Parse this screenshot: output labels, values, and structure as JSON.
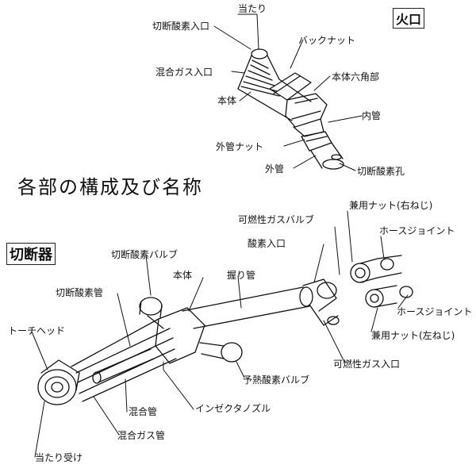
{
  "title": "各部の構成及び名称",
  "sections": {
    "tip": "火口",
    "cutter": "切断器"
  },
  "tip_labels": {
    "atari": "当たり",
    "cutting_oxygen_inlet": "切断酸素入口",
    "back_nut": "バックナット",
    "mixed_gas_inlet": "混合ガス入口",
    "body_hex": "本体六角部",
    "body": "本体",
    "inner_tube": "内管",
    "outer_tube_nut": "外管ナット",
    "outer_tube": "外管",
    "cutting_oxygen_hole": "切断酸素孔"
  },
  "cutter_labels": {
    "fuel_gas_valve": "可燃性ガスバルブ",
    "dual_nut_right": "兼用ナット(右ねじ)",
    "oxygen_inlet": "酸素入口",
    "hose_joint_1": "ホースジョイント",
    "cutting_oxygen_valve": "切断酸素バルブ",
    "grip_tube": "握り管",
    "body": "本体",
    "cutting_oxygen_tube": "切断酸素管",
    "hose_joint_2": "ホースジョイント",
    "torch_head": "トーチヘッド",
    "dual_nut_left": "兼用ナット(左ねじ)",
    "fuel_gas_inlet": "可燃性ガス入口",
    "preheat_oxygen_valve": "予熱酸素バルブ",
    "injector_nozzle": "インゼクタノズル",
    "mixing_tube": "混合管",
    "mixed_gas_tube": "混合ガス管",
    "tip_seat": "当たり受け"
  }
}
